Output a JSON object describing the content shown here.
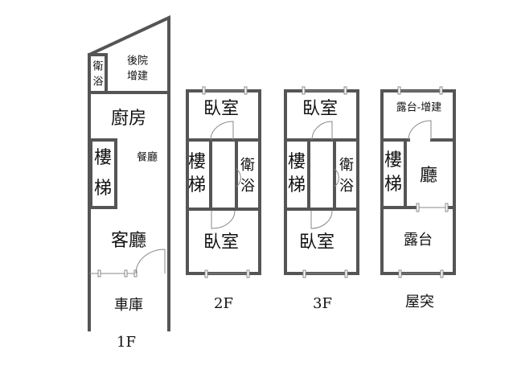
{
  "floors": {
    "f1": {
      "label": "1F",
      "bath": [
        "衛",
        "浴"
      ],
      "yard": [
        "後院",
        "增建"
      ],
      "kitchen": "廚房",
      "dining": "餐廳",
      "stairs": [
        "樓",
        "梯"
      ],
      "living": "客廳",
      "garage": "車庫"
    },
    "f2": {
      "label": "2F",
      "bed_top": "臥室",
      "stairs": [
        "樓",
        "梯"
      ],
      "bath": [
        "衛",
        "浴"
      ],
      "bed_bottom": "臥室"
    },
    "f3": {
      "label": "3F",
      "bed_top": "臥室",
      "stairs": [
        "樓",
        "梯"
      ],
      "bath": [
        "衛",
        "浴"
      ],
      "bed_bottom": "臥室"
    },
    "roof": {
      "label": "屋突",
      "terrace_ext": "露台-增建",
      "stairs": [
        "樓",
        "梯"
      ],
      "hall": "廳",
      "terrace": "露台"
    }
  }
}
